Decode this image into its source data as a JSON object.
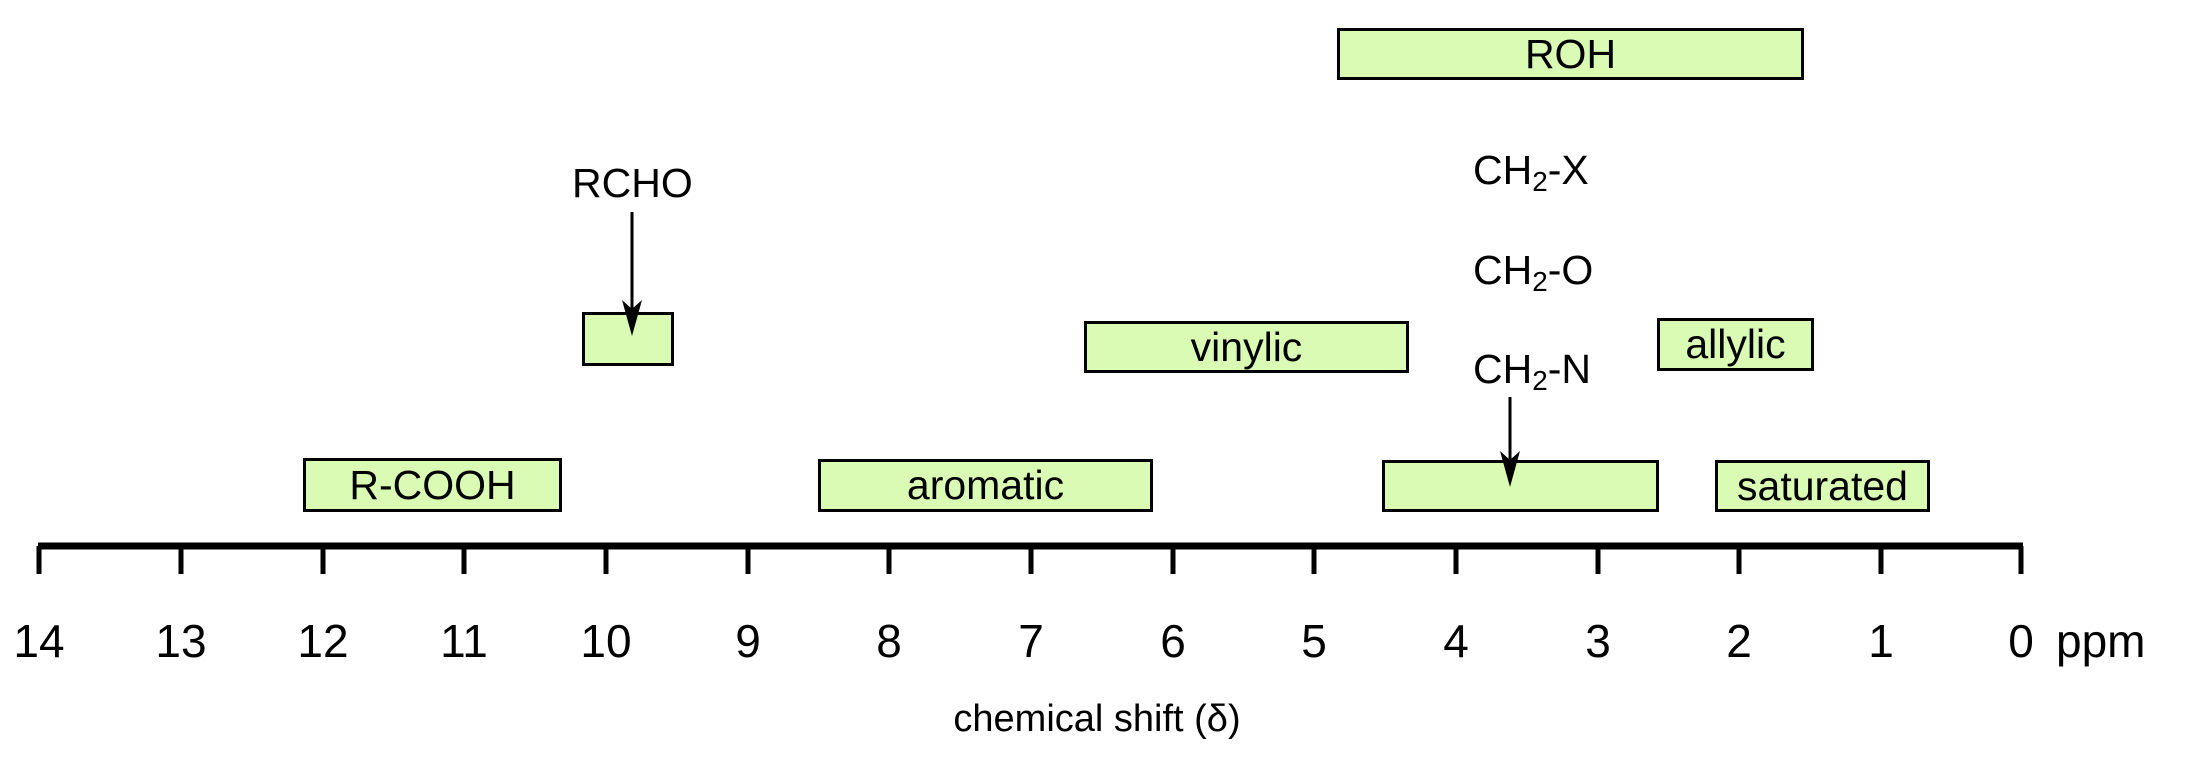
{
  "chart_data": {
    "type": "bar",
    "title": "",
    "xlabel": "chemical shift (δ)",
    "ylabel": "",
    "units": "ppm",
    "axis": {
      "min_ppm": 0,
      "max_ppm": 14,
      "direction": "right-to-left",
      "tick_labels": [
        "14",
        "13",
        "12",
        "11",
        "10",
        "9",
        "8",
        "7",
        "6",
        "5",
        "4",
        "3",
        "2",
        "1",
        "0"
      ],
      "tick_values": [
        14,
        13,
        12,
        11,
        10,
        9,
        8,
        7,
        6,
        5,
        4,
        3,
        2,
        1,
        0
      ],
      "unit_suffix": "ppm",
      "grid": false,
      "legend": "none"
    },
    "ranges": [
      {
        "label": "ROH",
        "start_ppm": 4.85,
        "end_ppm": 1.55,
        "row": "top",
        "labeled_inside": true
      },
      {
        "label": "RCHO",
        "start_ppm": 10.15,
        "end_ppm": 9.5,
        "row": "upper-mid",
        "labeled_inside": false,
        "callout": "arrow"
      },
      {
        "label": "vinylic",
        "start_ppm": 6.62,
        "end_ppm": 4.33,
        "row": "mid",
        "labeled_inside": true
      },
      {
        "label": "allylic",
        "start_ppm": 2.58,
        "end_ppm": 1.47,
        "row": "mid",
        "labeled_inside": true
      },
      {
        "label": "R-COOH",
        "start_ppm": 12.13,
        "end_ppm": 10.3,
        "row": "bottom",
        "labeled_inside": true
      },
      {
        "label": "aromatic",
        "start_ppm": 8.5,
        "end_ppm": 6.14,
        "row": "bottom",
        "labeled_inside": true
      },
      {
        "label": "CH2-N",
        "start_ppm": 4.52,
        "end_ppm": 2.57,
        "row": "bottom",
        "labeled_inside": false,
        "callout": "arrow"
      },
      {
        "label": "saturated",
        "start_ppm": 2.17,
        "end_ppm": 0.66,
        "row": "bottom",
        "labeled_inside": true
      }
    ],
    "annotations": [
      {
        "text": "CH2-X",
        "at_ppm": 3.48,
        "note": "unboxed label"
      },
      {
        "text": "CH2-O",
        "at_ppm": 3.48,
        "note": "unboxed label"
      },
      {
        "text": "CH2-N",
        "at_ppm": 3.48,
        "note": "unboxed label with arrow to bottom range box"
      },
      {
        "text": "RCHO",
        "at_ppm": 9.8,
        "note": "unboxed label with arrow to aldehyde range box"
      }
    ]
  },
  "boxes": {
    "roh": {
      "label": "ROH"
    },
    "rcho": {
      "label": ""
    },
    "vinylic": {
      "label": "vinylic"
    },
    "allylic": {
      "label": "allylic"
    },
    "rcooh": {
      "label": "R-COOH"
    },
    "aromatic": {
      "label": "aromatic"
    },
    "ch2n_box": {
      "label": ""
    },
    "saturated": {
      "label": "saturated"
    }
  },
  "labels": {
    "rcho": {
      "pre": "RCHO"
    },
    "ch2x": {
      "pre": "CH",
      "sub": "2",
      "post": "-X"
    },
    "ch2o": {
      "pre": "CH",
      "sub": "2",
      "post": "-O"
    },
    "ch2n": {
      "pre": "CH",
      "sub": "2",
      "post": "-N"
    }
  },
  "axis": {
    "title": "chemical shift (δ)",
    "unit": "ppm",
    "ticks": [
      {
        "value": "14"
      },
      {
        "value": "13"
      },
      {
        "value": "12"
      },
      {
        "value": "11"
      },
      {
        "value": "10"
      },
      {
        "value": "9"
      },
      {
        "value": "8"
      },
      {
        "value": "7"
      },
      {
        "value": "6"
      },
      {
        "value": "5"
      },
      {
        "value": "4"
      },
      {
        "value": "3"
      },
      {
        "value": "2"
      },
      {
        "value": "1"
      },
      {
        "value": "0"
      }
    ]
  },
  "colors": {
    "box_fill": "#dafbb4",
    "box_stroke": "#000000",
    "axis": "#000000",
    "text": "#000000",
    "background": "#ffffff"
  }
}
